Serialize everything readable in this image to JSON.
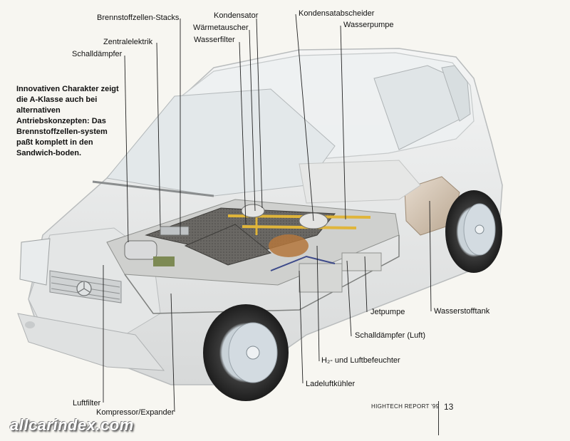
{
  "labels": {
    "brennstoffzellen_stacks": "Brennstoffzellen-Stacks",
    "zentralelektrik": "Zentralelektrik",
    "schalldaempfer": "Schalldämpfer",
    "kondensator": "Kondensator",
    "waermetauscher": "Wärmetauscher",
    "wasserfilter": "Wasserfilter",
    "kondensatabscheider": "Kondensatabscheider",
    "wasserpumpe": "Wasserpumpe",
    "jetpumpe": "Jetpumpe",
    "wasserstofftank": "Wasserstofftank",
    "schalldaempfer_luft": "Schalldämpfer (Luft)",
    "h2_luftbefeuchter": "H₂- und Luftbefeuchter",
    "ladeluftkuehler": "Ladeluftkühler",
    "luftfilter": "Luftfilter",
    "kompressor_expander": "Kompressor/Expander"
  },
  "intro": "Innovativen Charakter zeigt die A-Klasse auch bei alternativen Antriebskonzepten: Das Brennstoffzellen-system paßt komplett in den Sandwich-boden.",
  "footer": {
    "report": "HIGHTECH REPORT '99",
    "page_number": "13"
  },
  "watermark": "allcarindex.com",
  "colors": {
    "page_bg": "#f7f6f1",
    "car_body": "#e9eaea",
    "tank": "#d8c9b6",
    "pipes_yellow": "#e0b53a",
    "stack_dark": "#5c5a56"
  }
}
